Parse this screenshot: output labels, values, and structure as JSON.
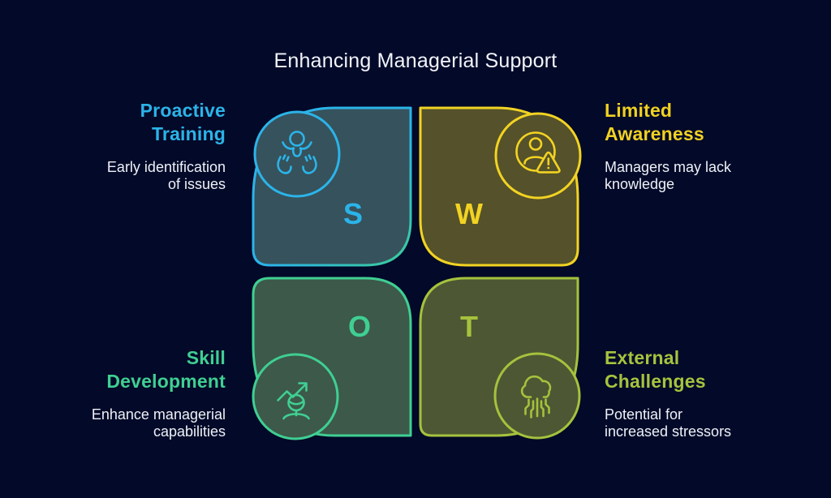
{
  "title": "Enhancing Managerial Support",
  "colors": {
    "background": "#030928",
    "body_text": "#EDF2F8",
    "strengths_accent": "#2BB4E9",
    "strengths_fill": "#36525C",
    "weaknesses_accent": "#F2D322",
    "weaknesses_fill": "#55512A",
    "opportunities_accent": "#3FCF92",
    "opportunities_fill": "#3C594A",
    "threats_accent": "#A5C23D",
    "threats_fill": "#4D5733"
  },
  "quadrants": [
    {
      "id": "strengths",
      "letter": "S",
      "heading": "Proactive Training",
      "heading_lines": [
        "Proactive",
        "Training"
      ],
      "description": "Early identification of issues",
      "description_lines": [
        "Early identification",
        "of issues"
      ],
      "accent": "#2BB4E9",
      "fill": "#36525C",
      "icon": "supporting-hands-icon"
    },
    {
      "id": "weaknesses",
      "letter": "W",
      "heading": "Limited Awareness",
      "heading_lines": [
        "Limited",
        "Awareness"
      ],
      "description": "Managers may lack knowledge",
      "description_lines": [
        "Managers may lack",
        "knowledge"
      ],
      "accent": "#F2D322",
      "fill": "#55512A",
      "icon": "user-alert-icon"
    },
    {
      "id": "opportunities",
      "letter": "O",
      "heading": "Skill Development",
      "heading_lines": [
        "Skill",
        "Development"
      ],
      "description": "Enhance managerial capabilities",
      "description_lines": [
        "Enhance managerial",
        "capabilities"
      ],
      "accent": "#3FCF92",
      "fill": "#3C594A",
      "icon": "growth-person-icon"
    },
    {
      "id": "threats",
      "letter": "T",
      "heading": "External Challenges",
      "heading_lines": [
        "External",
        "Challenges"
      ],
      "description": "Potential for increased stressors",
      "description_lines": [
        "Potential for",
        "increased stressors"
      ],
      "accent": "#A5C23D",
      "fill": "#4D5733",
      "icon": "cloud-circuit-icon"
    }
  ]
}
